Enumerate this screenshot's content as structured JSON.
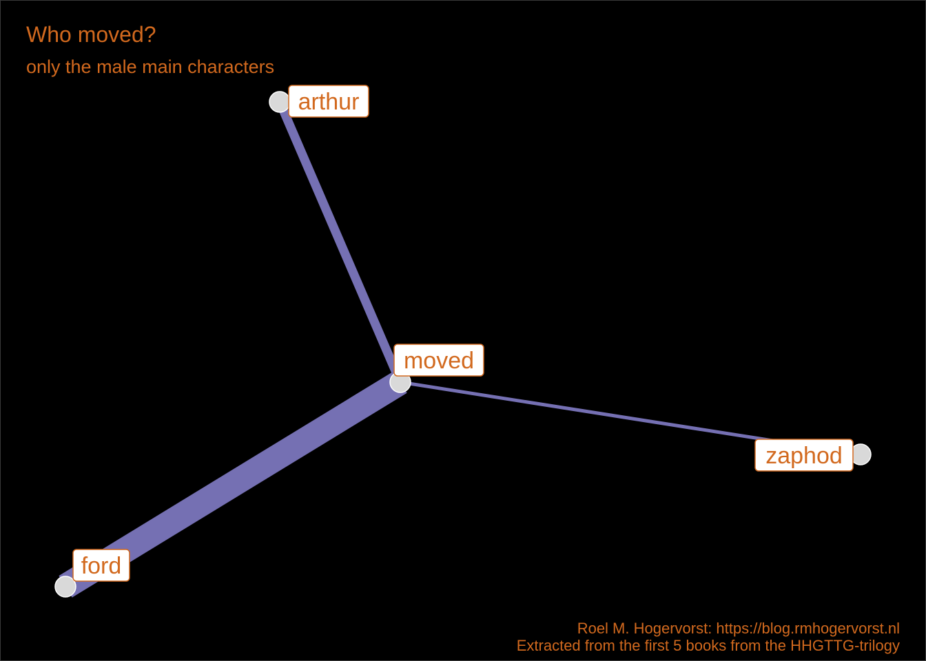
{
  "title": "Who moved?",
  "subtitle": "only the male main characters",
  "caption": {
    "line1": "Roel M. Hogervorst: https://blog.rmhogervorst.nl",
    "line2": "Extracted from the first 5 books from the HHGTTG-trilogy"
  },
  "colors": {
    "background": "#000000",
    "text": "#d2691e",
    "edge": "#7570b3",
    "node": "#d9d9d9"
  },
  "nodes": [
    {
      "id": "moved",
      "label": "moved"
    },
    {
      "id": "arthur",
      "label": "arthur"
    },
    {
      "id": "ford",
      "label": "ford"
    },
    {
      "id": "zaphod",
      "label": "zaphod"
    }
  ],
  "edges": [
    {
      "from": "moved",
      "to": "ford",
      "weight": 5
    },
    {
      "from": "moved",
      "to": "arthur",
      "weight": 2
    },
    {
      "from": "moved",
      "to": "zaphod",
      "weight": 1
    }
  ]
}
